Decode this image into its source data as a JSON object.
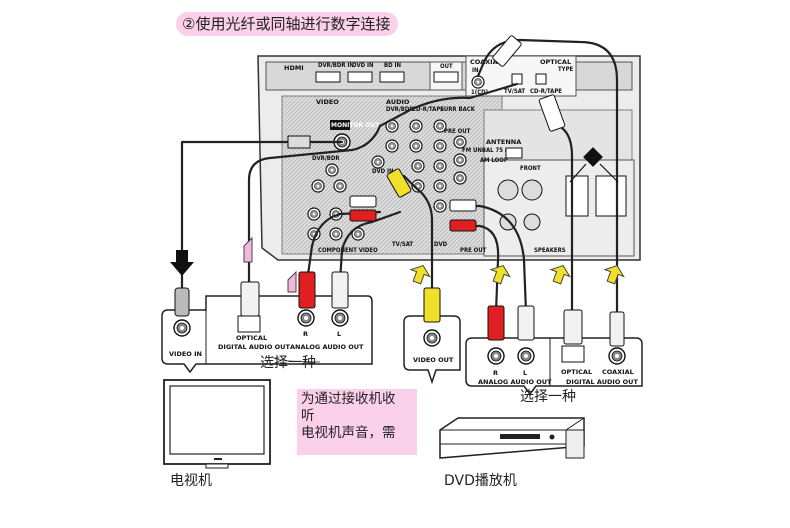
{
  "header": {
    "title": "②使用光纤或同轴进行数字连接"
  },
  "receiver": {
    "hdmi": "HDMI",
    "hdmi_inputs": [
      "DVR/BDR IN",
      "DVD IN",
      "BD IN"
    ],
    "hdmi_out": "OUT",
    "coaxial": "COAXIAL",
    "coaxial_in": "IN",
    "coaxial_port": "1(CD)",
    "optical": "OPTICAL",
    "optical_type": "TYPE",
    "optical_ports": [
      "TV/SAT",
      "CD-R/TAPE"
    ],
    "video_section": "VIDEO",
    "monitor_out": "MONITOR OUT",
    "dvr_bdr": "DVR/BDR",
    "audio_section": "AUDIO",
    "audio_inputs": [
      "DVR/BDR",
      "CD-R/TAPE",
      "SURR BACK"
    ],
    "audio_dvd_in": "DVD IN",
    "preout": "PRE OUT",
    "antenna": "ANTENNA",
    "am_loop": "AM LOOP",
    "fm_unbal": "FM UNBAL 75 Ω",
    "component_video": "COMPONENT VIDEO",
    "tv_sat": "TV/SAT",
    "dvd": "DVD",
    "pre_out_bottom": "PRE OUT",
    "speakers": "SPEAKERS",
    "front": "FRONT"
  },
  "tv_panel": {
    "video_in": "VIDEO IN",
    "optical": "OPTICAL",
    "digital_audio_out": "DIGITAL AUDIO OUT",
    "r": "R",
    "l": "L",
    "analog_audio_out": "ANALOG AUDIO OUT",
    "choose_one": "选择一种"
  },
  "dvd_panel": {
    "video_out": "VIDEO OUT",
    "r": "R",
    "l": "L",
    "analog_audio_out": "ANALOG AUDIO OUT",
    "optical": "OPTICAL",
    "coaxial": "COAXIAL",
    "digital_audio_out": "DIGITAL AUDIO OUT",
    "choose_one": "选择一种"
  },
  "note": {
    "lines": [
      "为通过接收机收",
      "听",
      "电视机声音，需"
    ]
  },
  "captions": {
    "tv": "电视机",
    "dvd_player": "DVD播放机"
  },
  "colors": {
    "note_bg": "#fbd0ea",
    "cable_video": "#e8d21c",
    "cable_audio_red": "#e02020",
    "cable_audio_white": "#f2f2f2",
    "arrow_yellow": "#f0e02a",
    "arrow_pink": "#f2b8dc"
  }
}
